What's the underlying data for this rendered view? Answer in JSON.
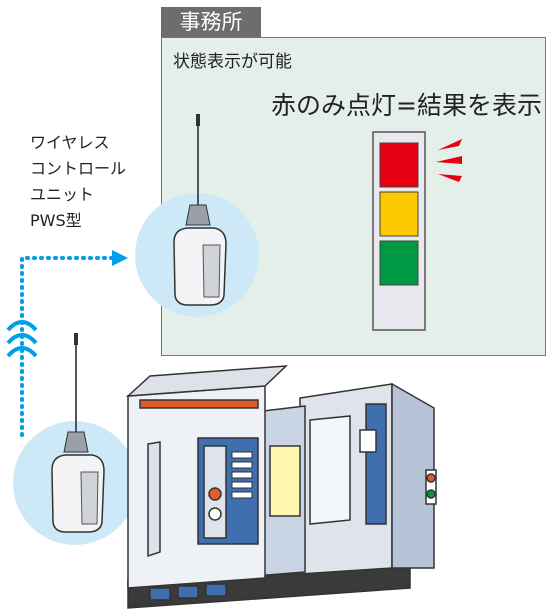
{
  "office": {
    "title": "事務所",
    "status_caption": "状態表示が可能",
    "result_caption": "赤のみ点灯=結果を表示"
  },
  "wireless": {
    "label": "ワイヤレス\nコントロール\nユニット\nPWS型"
  },
  "colors": {
    "panel_bg": "#e4efe9",
    "tab_bg": "#6d6d6d",
    "signal_red": "#e60012",
    "signal_yellow": "#fcc800",
    "signal_green": "#009a44",
    "signal_wave": "#00a0e9",
    "halo": "#cde9f7",
    "machine_blue": "#3f6fae",
    "machine_accent": "#e55a2b"
  },
  "icons": [
    "stack-light-icon",
    "wireless-unit-icon",
    "signal-waves-icon",
    "cnc-machine-icon"
  ]
}
